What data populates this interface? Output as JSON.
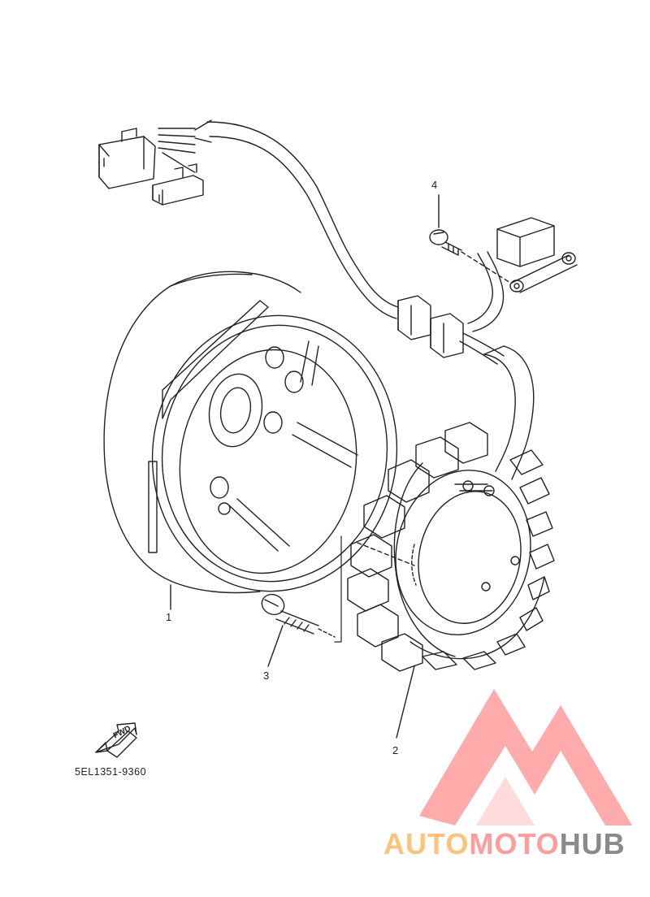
{
  "diagram": {
    "part_code": "5EL1351-9360",
    "callouts": [
      "1",
      "2",
      "3",
      "4"
    ],
    "fwd_label": "FWD"
  },
  "watermark": {
    "part1": "AUTO",
    "part2": "MOTO",
    "part3": "HUB",
    "colors": {
      "auto": "#ffc27a",
      "moto": "#ff9c9c",
      "hub": "#8a8a8a",
      "logo": "#ff8f8f"
    }
  }
}
